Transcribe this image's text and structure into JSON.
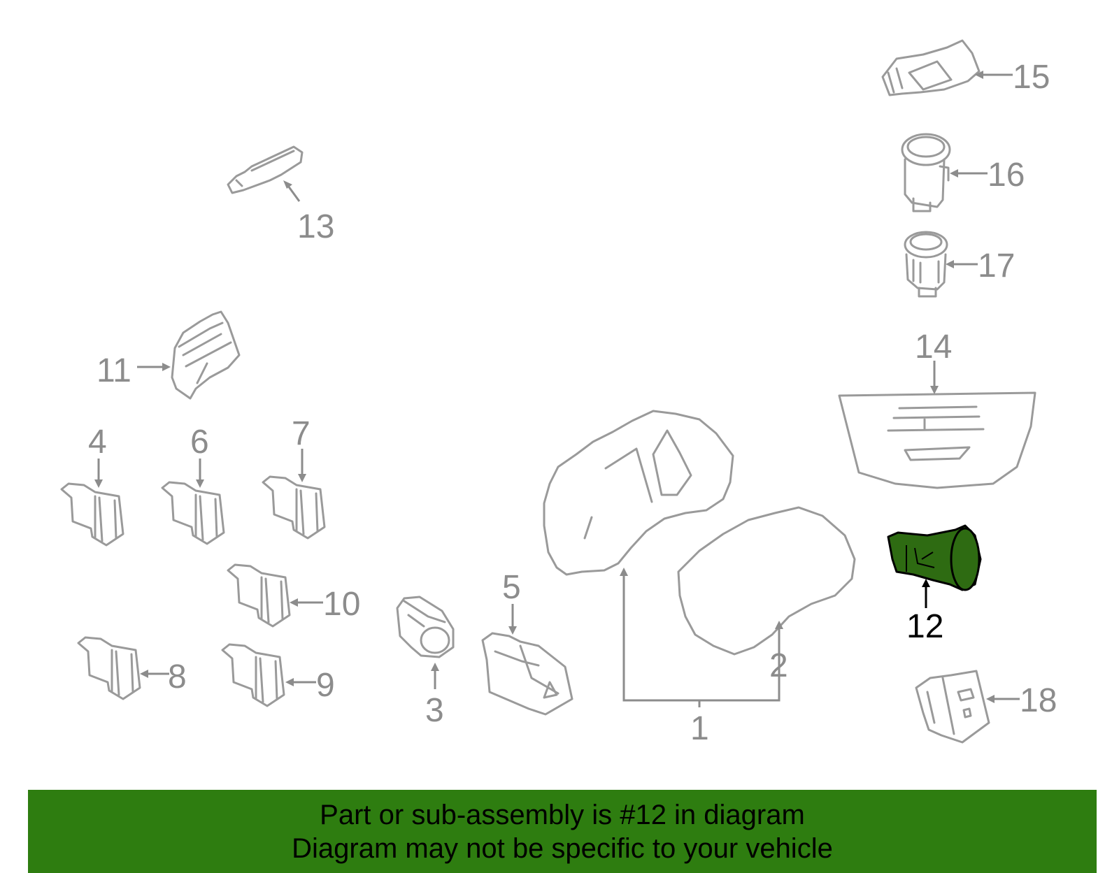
{
  "diagram": {
    "callouts": [
      {
        "id": "1",
        "label": "1",
        "highlighted": false
      },
      {
        "id": "2",
        "label": "2",
        "highlighted": false
      },
      {
        "id": "3",
        "label": "3",
        "highlighted": false
      },
      {
        "id": "4",
        "label": "4",
        "highlighted": false
      },
      {
        "id": "5",
        "label": "5",
        "highlighted": false
      },
      {
        "id": "6",
        "label": "6",
        "highlighted": false
      },
      {
        "id": "7",
        "label": "7",
        "highlighted": false
      },
      {
        "id": "8",
        "label": "8",
        "highlighted": false
      },
      {
        "id": "9",
        "label": "9",
        "highlighted": false
      },
      {
        "id": "10",
        "label": "10",
        "highlighted": false
      },
      {
        "id": "11",
        "label": "11",
        "highlighted": false
      },
      {
        "id": "12",
        "label": "12",
        "highlighted": true
      },
      {
        "id": "13",
        "label": "13",
        "highlighted": false
      },
      {
        "id": "14",
        "label": "14",
        "highlighted": false
      },
      {
        "id": "15",
        "label": "15",
        "highlighted": false
      },
      {
        "id": "16",
        "label": "16",
        "highlighted": false
      },
      {
        "id": "17",
        "label": "17",
        "highlighted": false
      },
      {
        "id": "18",
        "label": "18",
        "highlighted": false
      }
    ],
    "colors": {
      "outline": "#9a9a9a",
      "label": "#8c8c8c",
      "highlight_fill": "#2e6b12",
      "banner_background": "#2e7d10"
    }
  },
  "banner": {
    "line1": "Part or sub-assembly is #12 in diagram",
    "line2": "Diagram may not be specific to your vehicle"
  }
}
